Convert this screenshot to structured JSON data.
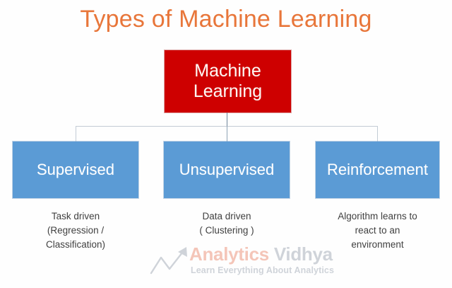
{
  "page": {
    "title": "Types of Machine Learning",
    "background_color": "#fefefe",
    "title_color": "#e8763a"
  },
  "diagram": {
    "type": "hierarchy",
    "root": {
      "label": "Machine\nLearning",
      "fill_color": "#ce0000",
      "text_color": "#fdf6f2"
    },
    "branches": [
      {
        "label": "Supervised",
        "caption": "Task driven\n(Regression /\nClassification)",
        "fill_color": "#5b9bd5",
        "text_color": "#ffffff"
      },
      {
        "label": "Unsupervised",
        "caption": "Data driven\n( Clustering )",
        "fill_color": "#5b9bd5",
        "text_color": "#ffffff"
      },
      {
        "label": "Reinforcement",
        "caption": "Algorithm learns to\nreact to an\nenvironment",
        "fill_color": "#5b9bd5",
        "text_color": "#ffffff"
      }
    ],
    "connector_color": "#c3ccd5"
  },
  "watermark": {
    "brand_first": "Analytics",
    "brand_second": " Vidhya",
    "tagline": "Learn Everything About Analytics",
    "brand_first_color": "#e8795a",
    "brand_second_color": "#8f9aa8"
  }
}
